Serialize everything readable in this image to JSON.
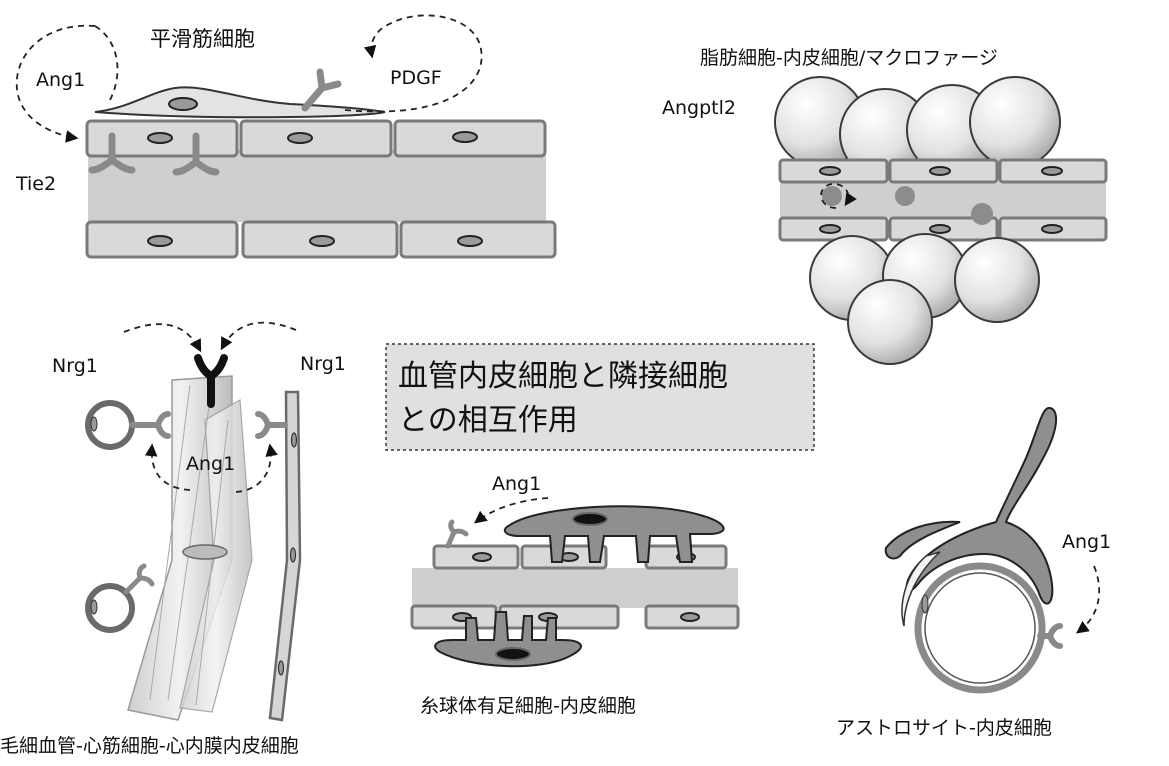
{
  "title": {
    "line1": "血管内皮細胞と隣接細胞",
    "line2": "との相互作用"
  },
  "panels": {
    "smooth_muscle": {
      "cell_label": "平滑筋細胞",
      "ang1": "Ang1",
      "pdgf": "PDGF",
      "tie2": "Tie2"
    },
    "adipocyte": {
      "caption": "脂肪細胞-内皮細胞/マクロファージ",
      "angptl2": "Angptl2"
    },
    "cardiac": {
      "nrg1_left": "Nrg1",
      "nrg1_right": "Nrg1",
      "ang1": "Ang1",
      "caption": "毛細血管-心筋細胞-心内膜内皮細胞"
    },
    "podocyte": {
      "ang1": "Ang1",
      "caption": "糸球体有足細胞-内皮細胞"
    },
    "astrocyte": {
      "ang1": "Ang1",
      "caption": "アストロサイト-内皮細胞"
    }
  },
  "colors": {
    "cell_fill": "#d9d9d9",
    "cell_stroke": "#7a7a7a",
    "receptor": "#8a8a8a",
    "title_box": "#e0e0e0"
  }
}
